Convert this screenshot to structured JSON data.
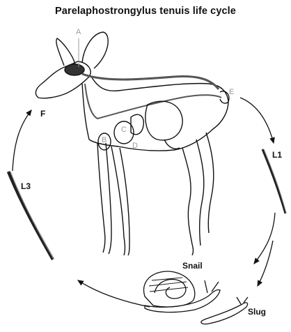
{
  "title": "Parelaphostrongylus tenuis life cycle",
  "labels": {
    "a": "A",
    "b": "B",
    "c": "C",
    "d": "D",
    "e": "E",
    "f": "F",
    "l1": "L1",
    "l3": "L3",
    "snail": "Snail",
    "slug": "Slug"
  }
}
